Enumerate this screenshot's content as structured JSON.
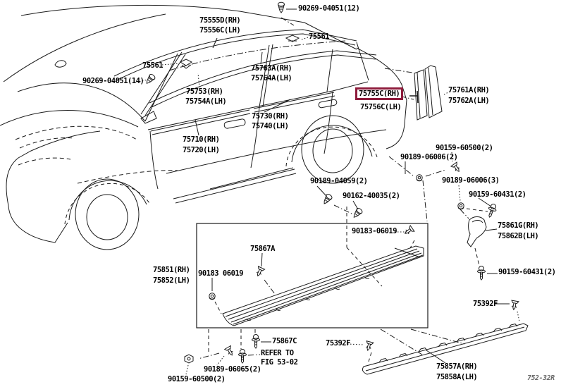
{
  "meta": {
    "fig_code": "752-32R",
    "highlight_color": "#8e1c3c"
  },
  "note": {
    "line1": "REFER TO",
    "line2": "FIG 53-02"
  },
  "callouts": {
    "roof_rivet": "90269-04051(12)",
    "roof_drip_side_finish_moulding": {
      "rh": "75555D(RH)",
      "lh": "75556C(LH)"
    },
    "roof_moulding_clip_rear": "75561",
    "roof_side_rail_moulding": {
      "rh": "75763A(RH)",
      "lh": "75764A(LH)"
    },
    "roof_moulding_clip_front": "75561",
    "windshield_rivet": "90269-04051(14)",
    "front_pillar_moulding": {
      "rh": "75753(RH)",
      "lh": "75754A(LH)"
    },
    "rear_belt_moulding": {
      "rh": "75730(RH)",
      "lh": "75740(LH)"
    },
    "front_belt_moulding": {
      "rh": "75710(RH)",
      "lh": "75720(LH)"
    },
    "quarter_outside_moulding": {
      "rh": "75755C(RH)",
      "lh": "75756C(LH)",
      "highlighted": "75755C(RH)"
    },
    "rear_pillar_applique": {
      "rh": "75761A(RH)",
      "lh": "75762A(LH)"
    },
    "screw_60500_upper": "90159-60500(2)",
    "grommet_06006_left": "90189-06006(2)",
    "grommet_06006_right": "90189-06006(3)",
    "bolt_60431_upper": "90159-60431(2)",
    "grommet_04059": "90189-04059(2)",
    "screw_40035": "90162-40035(2)",
    "grommet_06019_right": "90183-06019",
    "moulding_clip_75867a": "75867A",
    "rocker_panel_moulding": {
      "rh": "75851(RH)",
      "lh": "75852(LH)"
    },
    "grommet_06019_left": "90183 06019",
    "moulding_pad": {
      "rh": "75861G(RH)",
      "lh": "75862B(LH)"
    },
    "bolt_60431_lower": "90159-60431(2)",
    "clip_75392f_right": "75392F",
    "sill_protector_moulding": {
      "rh": "75857A(RH)",
      "lh": "75858A(LH)"
    },
    "bolt_75867c": "75867C",
    "clip_75392f_left": "75392F",
    "grommet_06065": "90189-06065(2)",
    "screw_60500_lower": "90159-60500(2)"
  }
}
